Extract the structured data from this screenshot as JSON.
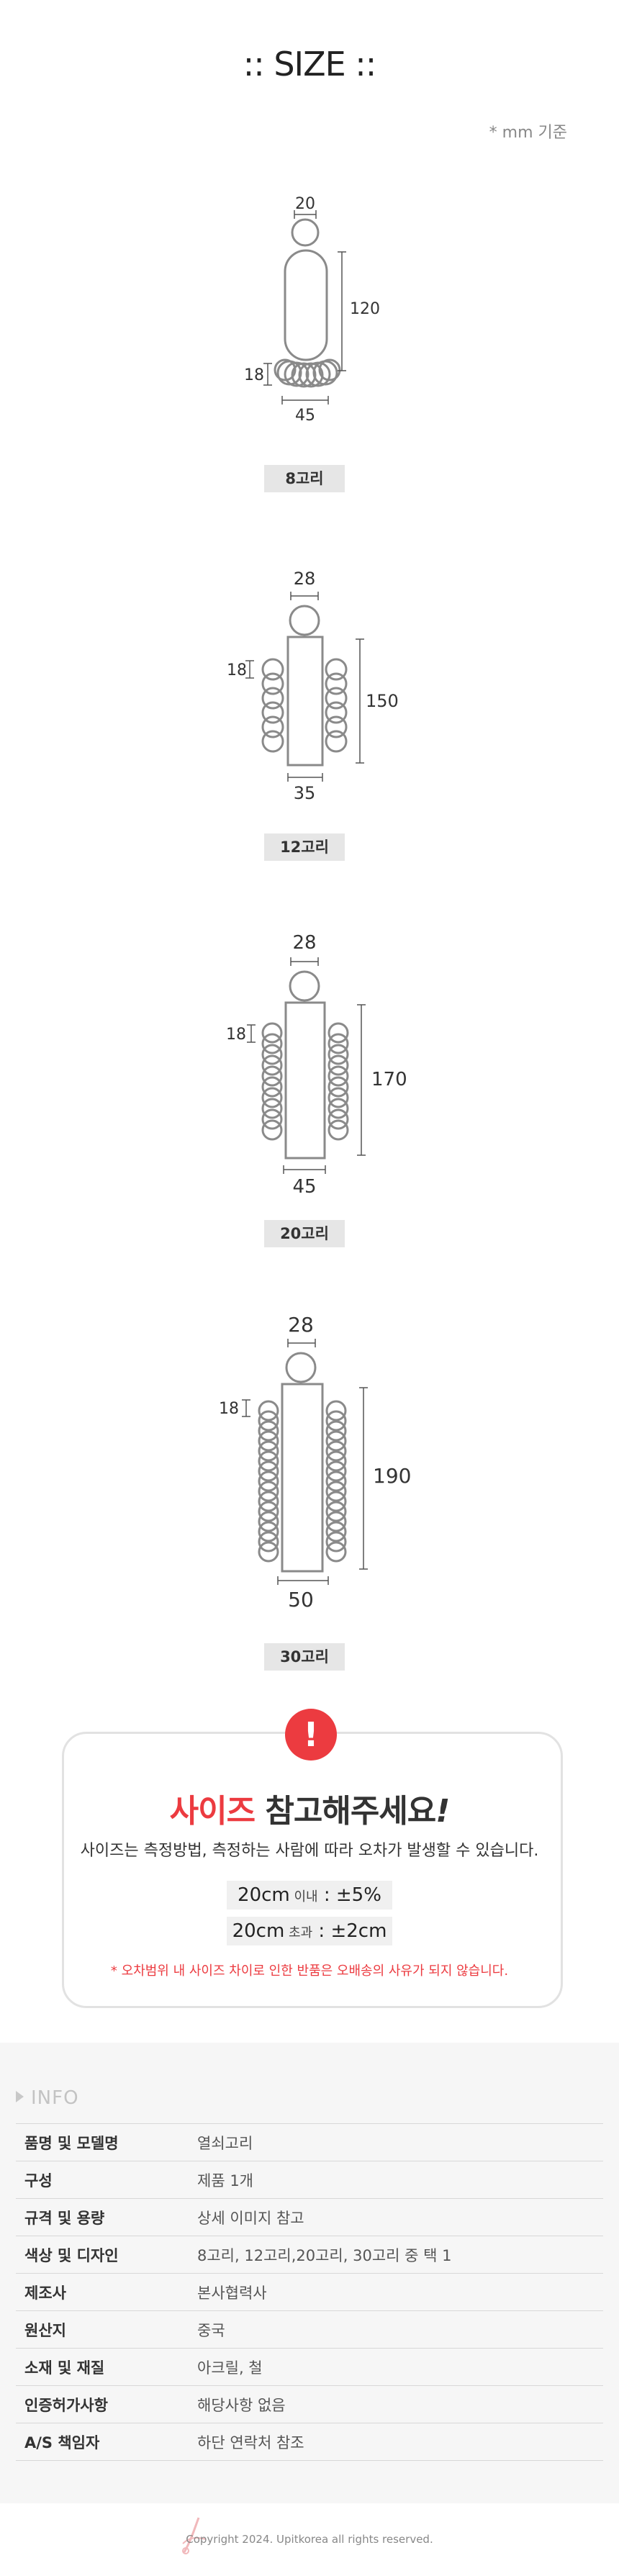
{
  "header": {
    "title": ":: SIZE ::",
    "unit_note": "* mm 기준"
  },
  "diagrams": [
    {
      "label": "8고리",
      "top_ring": "20",
      "height": "120",
      "ring": "18",
      "width": "45"
    },
    {
      "label": "12고리",
      "top_ring": "28",
      "height": "150",
      "ring": "18",
      "width": "35"
    },
    {
      "label": "20고리",
      "top_ring": "28",
      "height": "170",
      "ring": "18",
      "width": "45"
    },
    {
      "label": "30고리",
      "top_ring": "28",
      "height": "190",
      "ring": "18",
      "width": "50"
    }
  ],
  "notice": {
    "icon": "!",
    "title_red": "사이즈",
    "title_rest": " 참고해주세요",
    "title_mark": "!",
    "subtitle": "사이즈는 측정방법, 측정하는 사람에 따라 오차가 발생할 수 있습니다.",
    "tolerance_1": {
      "size": "20cm",
      "cond": " 이내",
      "value": " : ±5%"
    },
    "tolerance_2": {
      "size": "20cm",
      "cond": " 초과",
      "value": " : ±2cm"
    },
    "warning": "* 오차범위 내 사이즈 차이로 인한 반품은 오배송의 사유가 되지 않습니다."
  },
  "info": {
    "heading": "INFO",
    "rows": [
      {
        "key": "품명 및 모델명",
        "value": "열쇠고리"
      },
      {
        "key": "구성",
        "value": "제품 1개"
      },
      {
        "key": "규격 및 용량",
        "value": "상세 이미지 참고"
      },
      {
        "key": "색상 및 디자인",
        "value": "8고리, 12고리,20고리, 30고리 중 택 1"
      },
      {
        "key": "제조사",
        "value": "본사협력사"
      },
      {
        "key": "원산지",
        "value": "중국"
      },
      {
        "key": "소재 및 재질",
        "value": "아크릴, 철"
      },
      {
        "key": "인증허가사항",
        "value": "해당사항 없음"
      },
      {
        "key": "A/S 책임자",
        "value": "하단 연락처 참조"
      }
    ]
  },
  "footer": {
    "copyright": "Copyright 2024. Upitkorea all rights reserved."
  },
  "colors": {
    "accent_red": "#ec3b40",
    "label_bg": "#e6e6e6",
    "info_bg": "#f6f6f6"
  }
}
